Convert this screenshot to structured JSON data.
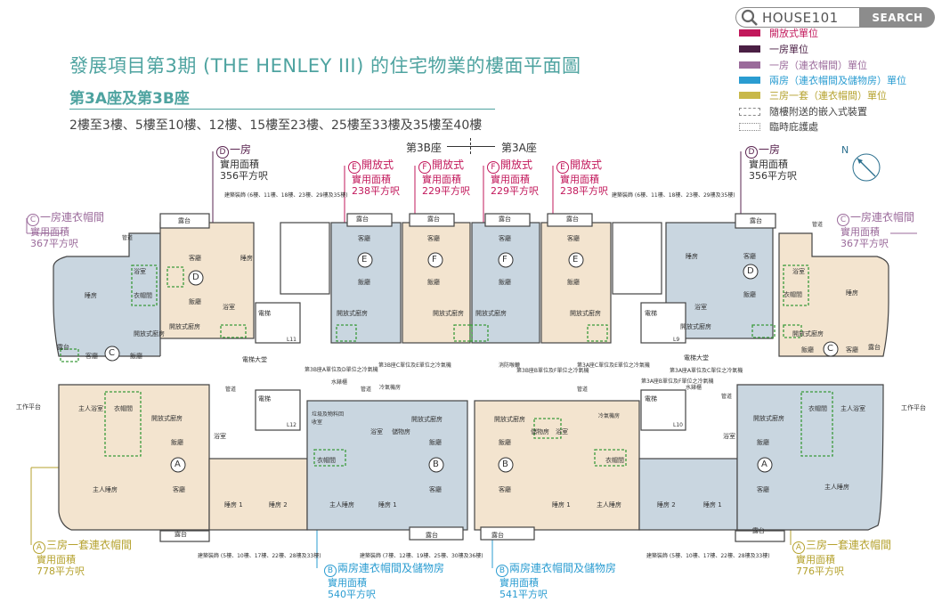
{
  "search": {
    "text": "HOUSE101",
    "button": "SEARCH"
  },
  "title": "發展項目第3期 (THE HENLEY III) 的住宅物業的樓面平面圖",
  "subtitle": "第3A座及第3B座",
  "floors": "2樓至3樓、5樓至10樓、12樓、15樓至23樓、25樓至33樓及35樓至40樓",
  "legend": [
    {
      "label": "開放式單位",
      "color": "#c2185b"
    },
    {
      "label": "一房單位",
      "color": "#4a1f44"
    },
    {
      "label": "一房（連衣帽間）單位",
      "color": "#9b6b9b"
    },
    {
      "label": "兩房（連衣帽間及儲物房）單位",
      "color": "#2a9cd1"
    },
    {
      "label": "三房一套（連衣帽間）單位",
      "color": "#c8b84a"
    },
    {
      "label": "隨樓附送的嵌入式裝置",
      "color": "dashed"
    },
    {
      "label": "臨時庇護處",
      "color": "dashed-dot"
    }
  ],
  "tower_labels": {
    "b": "第3B座",
    "a": "第3A座"
  },
  "units": {
    "D_left": {
      "letter": "D",
      "type": "一房",
      "area_label": "實用面積",
      "area": "356平方呎"
    },
    "E_left": {
      "letter": "E",
      "type": "開放式",
      "area_label": "實用面積",
      "area": "238平方呎"
    },
    "F_left": {
      "letter": "F",
      "type": "開放式",
      "area_label": "實用面積",
      "area": "229平方呎"
    },
    "F_right": {
      "letter": "F",
      "type": "開放式",
      "area_label": "實用面積",
      "area": "229平方呎"
    },
    "E_right": {
      "letter": "E",
      "type": "開放式",
      "area_label": "實用面積",
      "area": "238平方呎"
    },
    "D_right": {
      "letter": "D",
      "type": "一房",
      "area_label": "實用面積",
      "area": "356平方呎"
    },
    "C_left": {
      "letter": "C",
      "type": "一房連衣帽間",
      "area_label": "實用面積",
      "area": "367平方呎"
    },
    "C_right": {
      "letter": "C",
      "type": "一房連衣帽間",
      "area_label": "實用面積",
      "area": "367平方呎"
    },
    "A_left": {
      "letter": "A",
      "type": "三房一套連衣帽間",
      "area_label": "實用面積",
      "area": "778平方呎"
    },
    "B_left": {
      "letter": "B",
      "type": "兩房連衣帽間及儲物房",
      "area_label": "實用面積",
      "area": "540平方呎"
    },
    "B_right": {
      "letter": "B",
      "type": "兩房連衣帽間及儲物房",
      "area_label": "實用面積",
      "area": "541平方呎"
    },
    "A_right": {
      "letter": "A",
      "type": "三房一套連衣帽間",
      "area_label": "實用面積",
      "area": "776平方呎"
    }
  },
  "plan_text": {
    "balcony": "露台",
    "living": "客廳",
    "dining": "飯廳",
    "bedroom": "睡房",
    "master": "主人睡房",
    "bed1": "睡房 1",
    "bed2": "睡房 2",
    "bath": "浴室",
    "master_bath": "主人浴室",
    "cloak": "衣帽間",
    "storage": "儲物房",
    "kitchen": "開放式廚房",
    "workplat": "工作平台",
    "lift_lobby": "電梯大堂",
    "lift": "電梯",
    "pipe": "管道",
    "refuse": "垃圾及物料回收室",
    "water": "水錶櫃",
    "ac": "冷氣機房",
    "compass": "N",
    "arch_top_left": "建築裝飾 (6樓、11樓、18樓、23樓、29樓及35樓)",
    "arch_top_right": "建築裝飾 (6樓、11樓、18樓、23樓、29樓及35樓)",
    "arch_bot_left": "建築裝飾 (5樓、10樓、17樓、22樓、28樓及33樓)",
    "arch_bot_mid": "建築裝飾 (7樓、12樓、19樓、25樓、30樓及36樓)",
    "arch_bot_right": "建築裝飾 (5樓、10樓、17樓、22樓、28樓及33樓)",
    "ac_b1": "第3B座A單位及D單位之冷氣機",
    "ac_b2": "第3B座C單位及E單位之冷氣機",
    "ac_b3": "第3B座B單位及F單位之冷氣機",
    "ac_a1": "第3A座C單位及E單位之冷氣機",
    "ac_a2": "第3A座A單位及C單位之冷氣機",
    "ac_a3": "第3A座B單位及F單位之冷氣機",
    "fire": "消防喉轆",
    "L11": "L11",
    "L12": "L12",
    "L9": "L9",
    "L10": "L10"
  }
}
